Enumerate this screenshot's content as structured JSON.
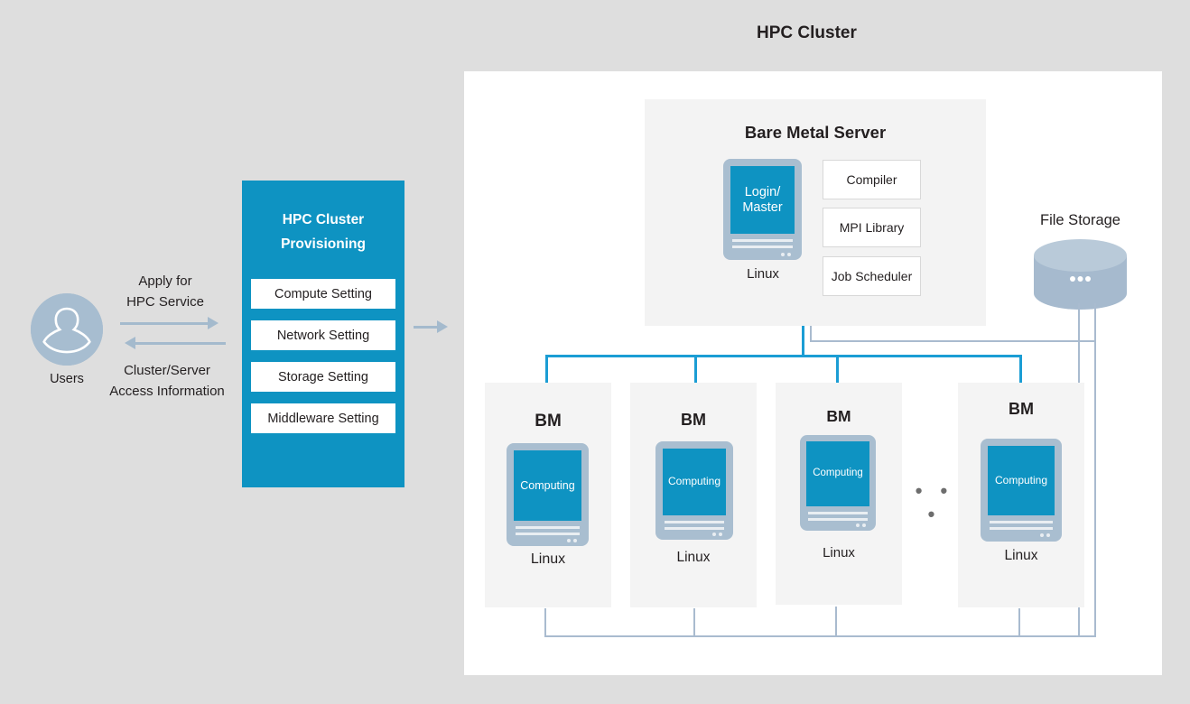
{
  "page": {
    "title": "HPC Cluster",
    "background_color": "#dedede",
    "panel_color": "#ffffff",
    "accent_color": "#0e93c2",
    "wire_blue": "#1b9dd4",
    "wire_grey": "#a9bbcf",
    "icon_grey_blue": "#a9bed0"
  },
  "users": {
    "label": "Users",
    "avatar_icon": "user-avatar-icon"
  },
  "flows": {
    "request_label": "Apply for\nHPC Service",
    "request_line1": "Apply for",
    "request_line2": "HPC Service",
    "response_line1": "Cluster/Server",
    "response_line2": "Access Information",
    "request_arrow_icon": "arrow-right-icon",
    "response_arrow_icon": "arrow-left-icon",
    "provision_arrow_icon": "arrow-right-icon"
  },
  "provisioning": {
    "title_line1": "HPC Cluster",
    "title_line2": "Provisioning",
    "settings": [
      {
        "label": "Compute Setting"
      },
      {
        "label": "Network Setting"
      },
      {
        "label": "Storage Setting"
      },
      {
        "label": "Middleware Setting"
      }
    ]
  },
  "bare_metal_server": {
    "title": "Bare Metal Server",
    "node": {
      "screen_line1": "Login/",
      "screen_line2": "Master",
      "os_label": "Linux",
      "icon": "computer-icon"
    },
    "services": [
      {
        "label": "Compiler"
      },
      {
        "label": "MPI Library"
      },
      {
        "label": "Job Scheduler"
      }
    ]
  },
  "file_storage": {
    "label": "File Storage",
    "icon": "database-cylinder-icon",
    "dots": "•••"
  },
  "compute_nodes": {
    "ellipsis": "• • •",
    "nodes": [
      {
        "title": "BM",
        "screen_label": "Computing",
        "os_label": "Linux"
      },
      {
        "title": "BM",
        "screen_label": "Computing",
        "os_label": "Linux"
      },
      {
        "title": "BM",
        "screen_label": "Computing",
        "os_label": "Linux"
      },
      {
        "title": "BM",
        "screen_label": "Computing",
        "os_label": "Linux"
      }
    ]
  }
}
